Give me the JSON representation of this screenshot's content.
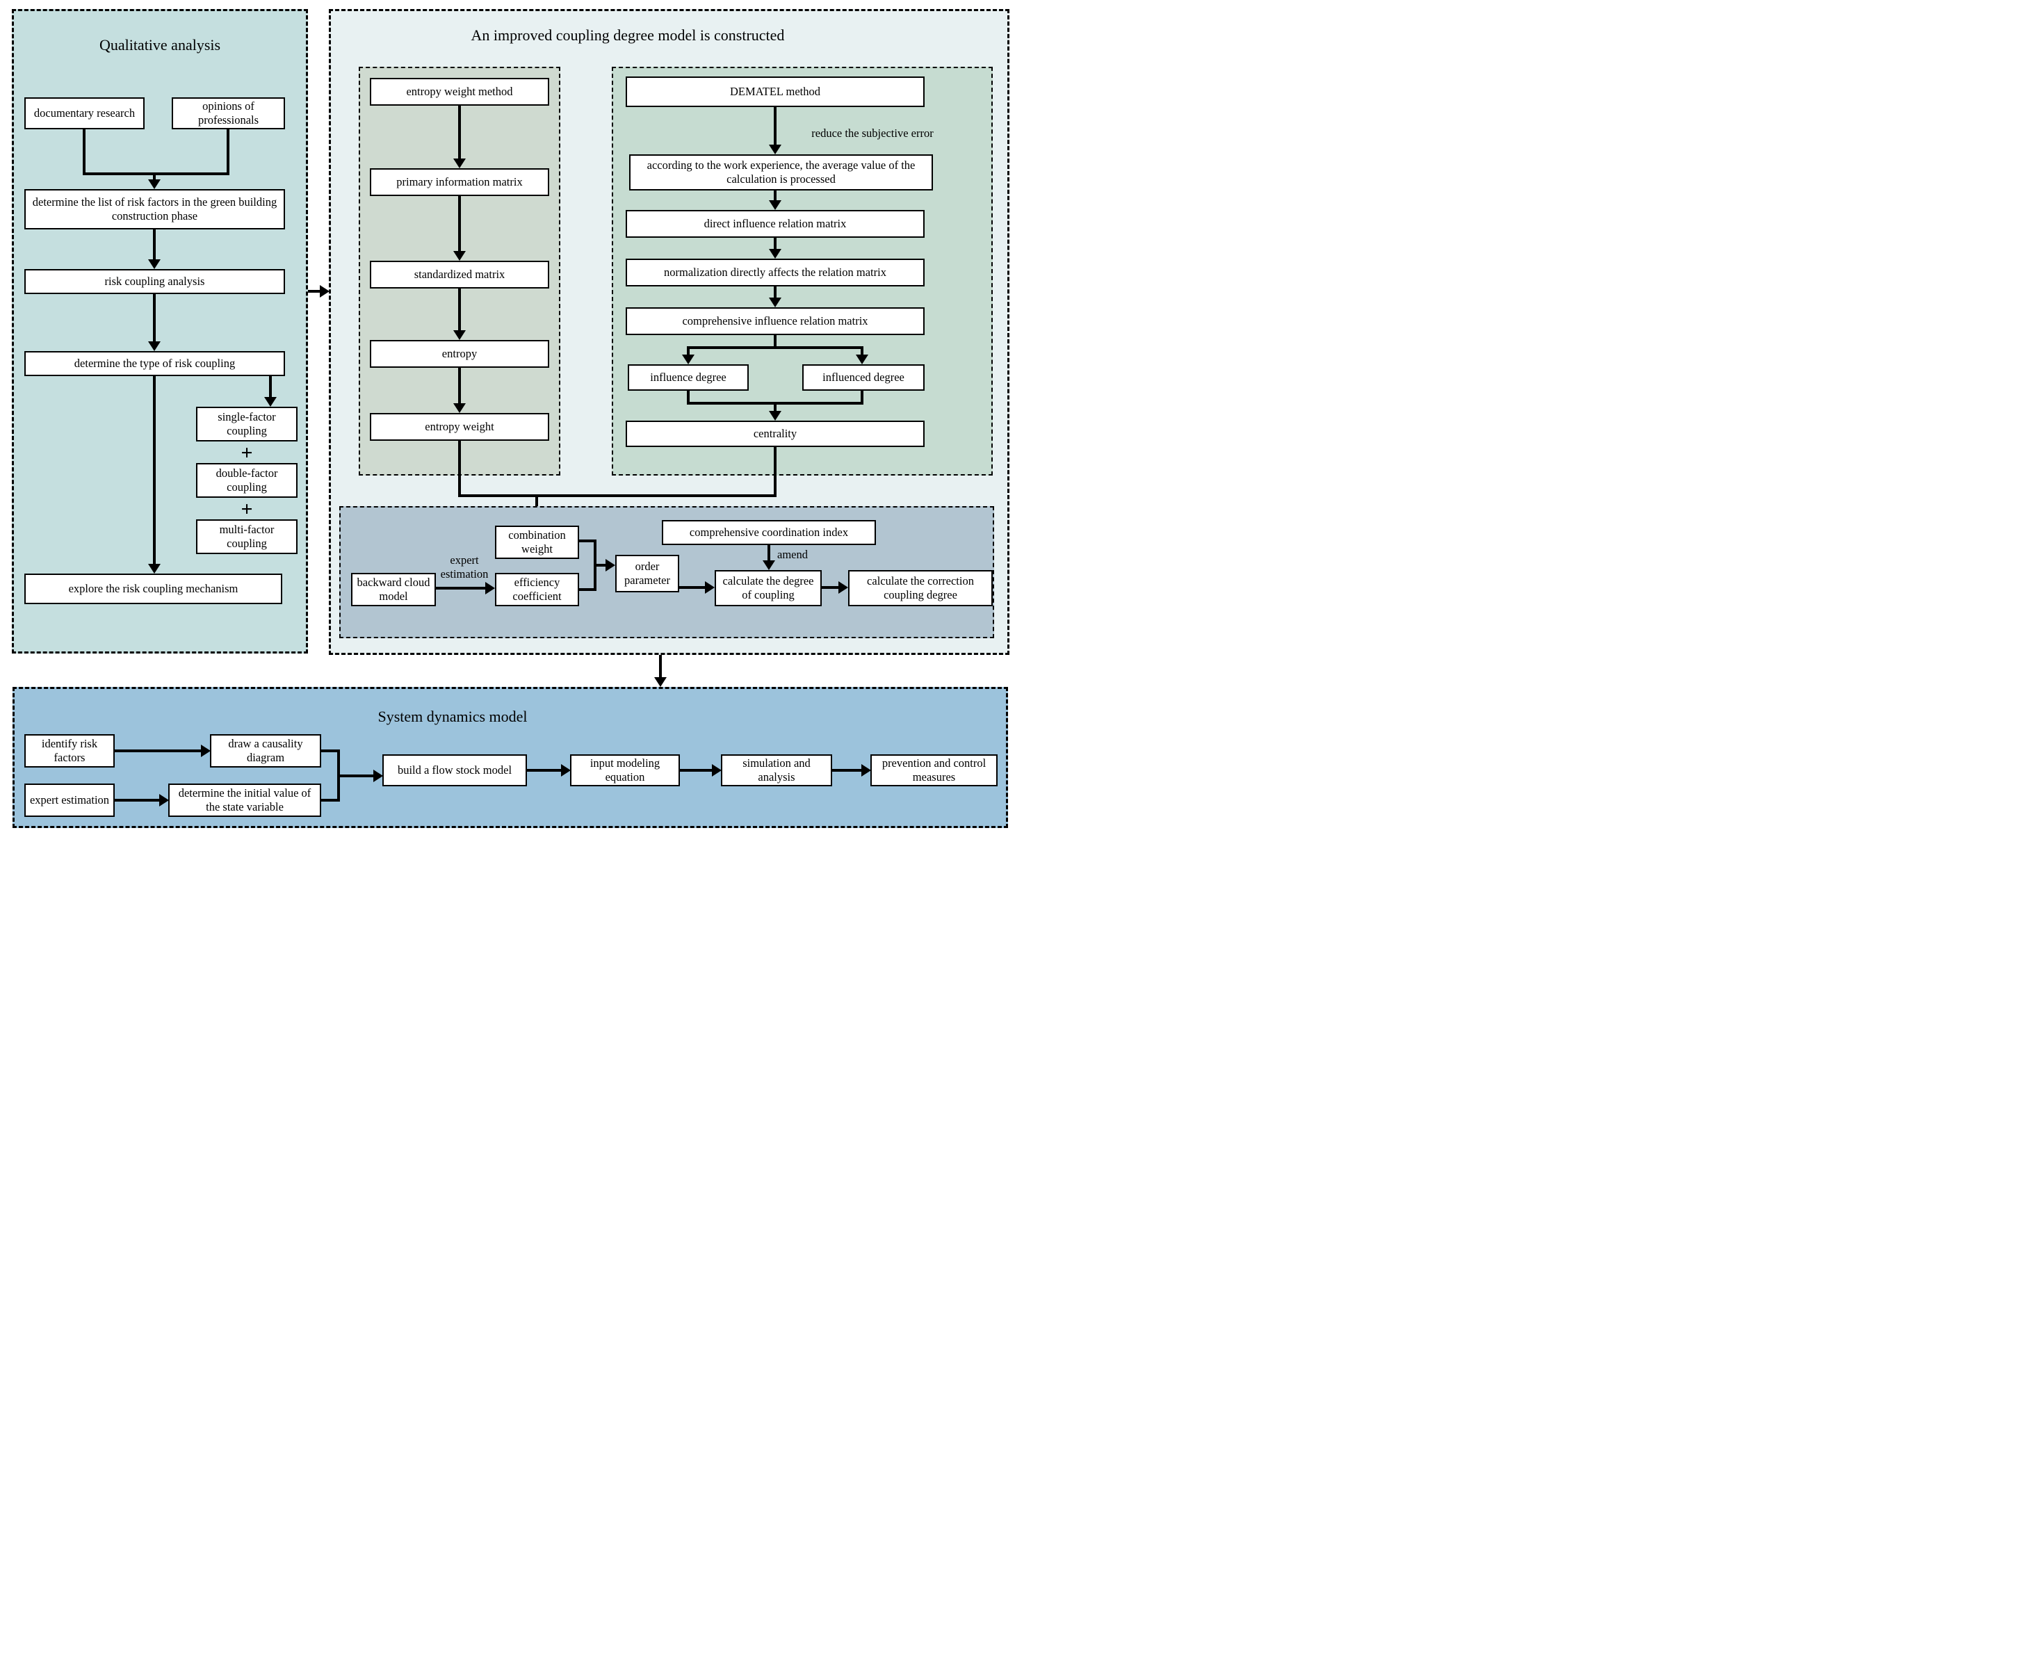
{
  "colors": {
    "qualitative_bg": "#c5dfdf",
    "improved_bg": "#e8f1f2",
    "entropy_bg": "#cfdad0",
    "dematel_bg": "#c6dcd1",
    "coupling_bg": "#b2c5d1",
    "system_bg": "#9cc3dc"
  },
  "qualitative": {
    "title": "Qualitative analysis",
    "documentary": "documentary research",
    "opinions": "opinions of professionals",
    "determine_list": "determine the list of risk factors in the green building construction phase",
    "risk_coupling": "risk coupling analysis",
    "determine_type": "determine the type of risk coupling",
    "single_factor": "single-factor coupling",
    "plus": "+",
    "double_factor": "double-factor coupling",
    "multi_factor": "multi-factor coupling",
    "explore": "explore the risk coupling mechanism"
  },
  "improved": {
    "title": "An improved coupling degree model is constructed",
    "entropy_panel": {
      "method": "entropy weight method",
      "primary": "primary information matrix",
      "standardized": "standardized matrix",
      "entropy": "entropy",
      "entropy_weight": "entropy weight"
    },
    "dematel_panel": {
      "method": "DEMATEL method",
      "reduce_label": "reduce the subjective error",
      "according": "according to the work experience, the average value of the calculation is processed",
      "direct": "direct influence relation matrix",
      "normalization": "normalization directly affects the relation matrix",
      "comprehensive": "comprehensive influence relation matrix",
      "influence": "influence degree",
      "influenced": "influenced degree",
      "centrality": "centrality"
    },
    "coupling_panel": {
      "combination": "combination weight",
      "coordination": "comprehensive coordination index",
      "amend": "amend",
      "expert_estimation": "expert estimation",
      "backward": "backward cloud model",
      "efficiency": "efficiency coefficient",
      "order": "order parameter",
      "calc_degree": "calculate the degree of coupling",
      "calc_correction": "calculate the correction coupling degree"
    }
  },
  "system": {
    "title": "System dynamics model",
    "identify": "identify risk factors",
    "causality": "draw a causality diagram",
    "expert": "expert estimation",
    "initial": "determine the initial value of the state variable",
    "flow_stock": "build a flow stock model",
    "input_eq": "input modeling equation",
    "simulation": "simulation and analysis",
    "prevention": "prevention and control measures"
  }
}
